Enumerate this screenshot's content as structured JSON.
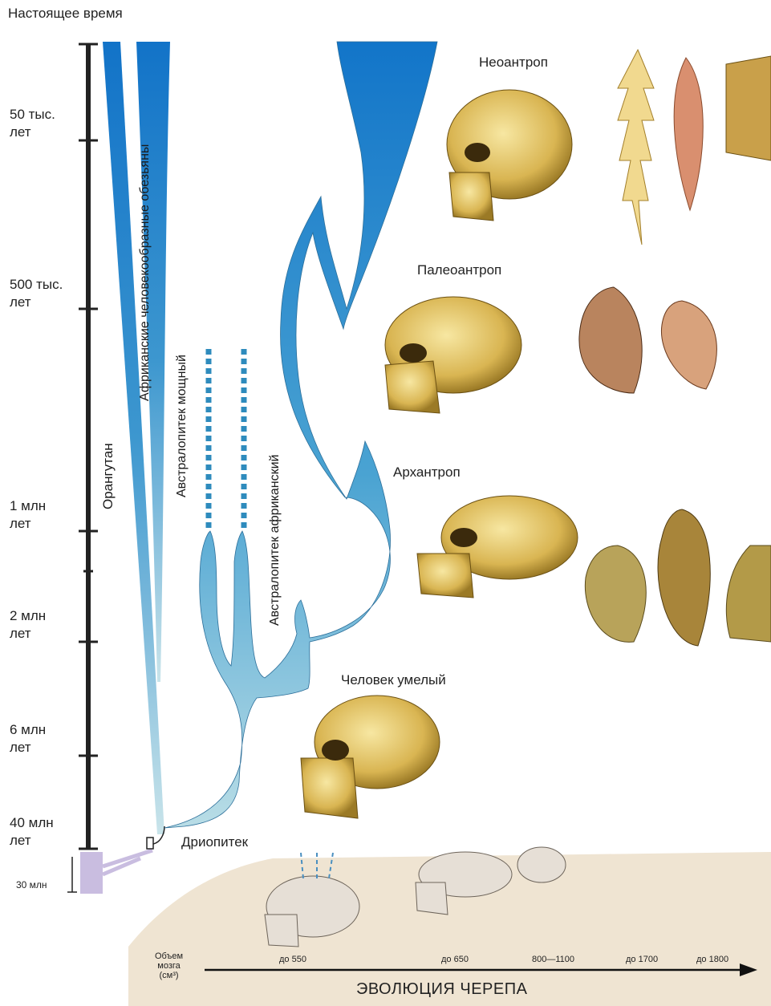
{
  "timeline": {
    "top_label": "Настоящее время",
    "ticks": [
      "50 тыс.\nлет",
      "500 тыс.\nлет",
      "1 млн\nлет",
      "2 млн\nлет",
      "6 млн\nлет",
      "40 млн\nлет"
    ],
    "lower_tick": "30 млн"
  },
  "lineages": {
    "orangutan": "Орангутан",
    "african_apes": "Африканские человекообразные обезьяны",
    "robust_australopith": "Австралопитек мощный",
    "african_australopith": "Австралопитек африканский",
    "dryopithecus": "Дриопитек"
  },
  "stages": [
    "Неоантроп",
    "Палеоантроп",
    "Архантроп",
    "Человек умелый"
  ],
  "skull_evolution": {
    "volume_label": "Объем\nмозга\n(см³)",
    "volumes": [
      "до 550",
      "до 650",
      "800—1100",
      "до 1700",
      "до 1800"
    ],
    "title": "ЭВОЛЮЦИЯ ЧЕРЕПА"
  }
}
